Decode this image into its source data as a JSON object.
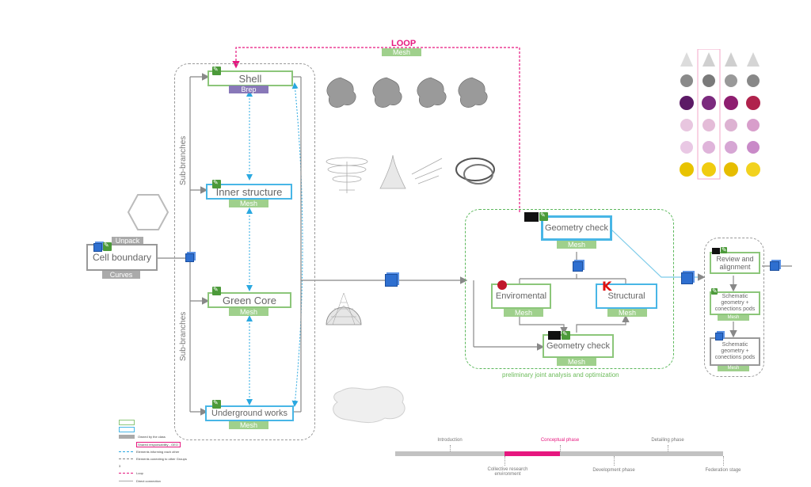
{
  "loop": {
    "title": "LOOP",
    "tag": "Mesh"
  },
  "nodes": {
    "cell_boundary": {
      "label": "Cell boundary",
      "top_tag": "Unpack",
      "bottom_tag": "Curves"
    },
    "shell": {
      "label": "Shell",
      "tag": "Brep"
    },
    "inner_structure": {
      "label": "Inner structure",
      "tag": "Mesh"
    },
    "green_core": {
      "label": "Green Core",
      "tag": "Mesh"
    },
    "underground_works": {
      "label": "Underground works",
      "tag": "Mesh"
    },
    "geometry_check_top": {
      "label": "Geometry check",
      "tag": "Mesh"
    },
    "enviromental": {
      "label": "Enviromental",
      "tag": "Mesh"
    },
    "structural": {
      "label": "Structural",
      "tag": "Mesh"
    },
    "geometry_check_bottom": {
      "label": "Geometry check",
      "tag": "Mesh"
    },
    "review": {
      "label": "Review and alignment"
    },
    "schematic_1": {
      "label": "Schematic geometry + conections pods",
      "tag": "Mesh"
    },
    "schematic_2": {
      "label": "Schematic geometry + conections pods",
      "tag": "Mesh"
    }
  },
  "labels": {
    "sub_branches_top": "Sub-branches",
    "sub_branches_bottom": "Sub-branches",
    "green_group_caption": "preliminary joint analysis and optimization"
  },
  "legend": {
    "items": [
      {
        "text": ""
      },
      {
        "text": ""
      },
      {
        "text": "Owned by the class"
      },
      {
        "text": "Shared responsability - GEO"
      },
      {
        "text": "Elements informing each other"
      },
      {
        "text": "Elements conecting to other Groups"
      },
      {
        "text": "3"
      },
      {
        "text": "Loop"
      },
      {
        "text": "Direct connection"
      }
    ]
  },
  "timeline": {
    "above": [
      {
        "label": "Introduction"
      },
      {
        "label": "Conceptual phase"
      },
      {
        "label": "Detailing phase"
      }
    ],
    "below": [
      {
        "label": "Collective research environment"
      },
      {
        "label": "Development phase"
      },
      {
        "label": "Federation stage"
      }
    ]
  },
  "colors": {
    "green": "#8cc67a",
    "blue": "#48b6e6",
    "loop_magenta": "#e6177f",
    "mesh_tag": "#9fd08c",
    "brep_tag": "#8878b8",
    "cube": "#2e6fd0"
  }
}
